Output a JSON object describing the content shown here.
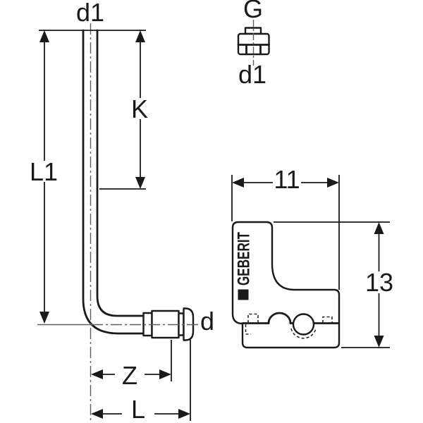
{
  "drawing": {
    "colors": {
      "background": "#ffffff",
      "line": "#1a1a1a",
      "centerline": "#5f5f5f"
    },
    "brand": "GEBERIT",
    "elbow_view": {
      "pipe_top_diameter_label": "d1",
      "height_label": "L1",
      "upper_length_label": "K",
      "outlet_diameter_label": "d",
      "z_dimension_label": "Z",
      "length_label": "L"
    },
    "thread_section_view": {
      "thread_label": "G",
      "bore_label": "d1"
    },
    "bracket_view": {
      "width_value": "11",
      "height_value": "13"
    }
  }
}
